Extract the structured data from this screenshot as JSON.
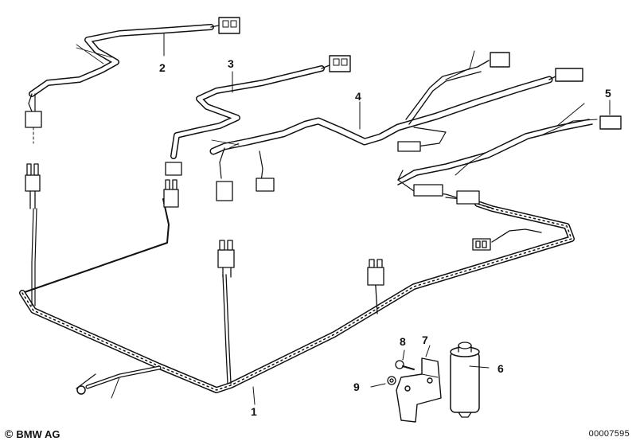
{
  "diagram": {
    "callouts": [
      {
        "id": "1",
        "label": "1"
      },
      {
        "id": "2",
        "label": "2"
      },
      {
        "id": "3",
        "label": "3"
      },
      {
        "id": "4",
        "label": "4"
      },
      {
        "id": "5",
        "label": "5"
      },
      {
        "id": "6",
        "label": "6"
      },
      {
        "id": "7",
        "label": "7"
      },
      {
        "id": "8",
        "label": "8"
      },
      {
        "id": "9",
        "label": "9"
      }
    ]
  },
  "footer": {
    "copyright_symbol": "©",
    "brand": "BMW AG",
    "drawing_number": "00007595"
  }
}
